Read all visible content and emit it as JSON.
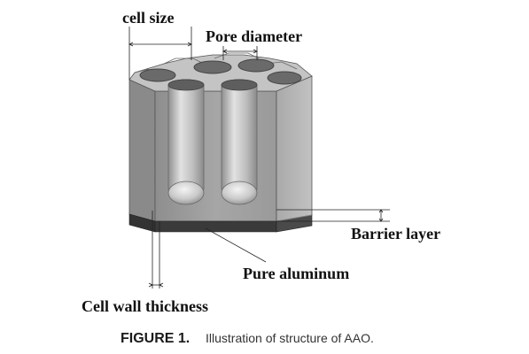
{
  "labels": {
    "cell_size": "cell size",
    "pore_diameter": "Pore diameter",
    "barrier_layer": "Barrier layer",
    "pure_aluminum": "Pure aluminum",
    "cell_wall_thickness": "Cell wall thickness"
  },
  "caption": {
    "figure_label": "FIGURE 1.",
    "text": "Illustration of structure of AAO."
  },
  "colors": {
    "block_front": "#9a9a9a",
    "block_side": "#b3b3b3",
    "block_top": "#c6c6c6",
    "pore_fill": "#cfcfcf",
    "aluminum_base": "#3a3a3a",
    "barrier_layer": "#4a4a4a"
  }
}
